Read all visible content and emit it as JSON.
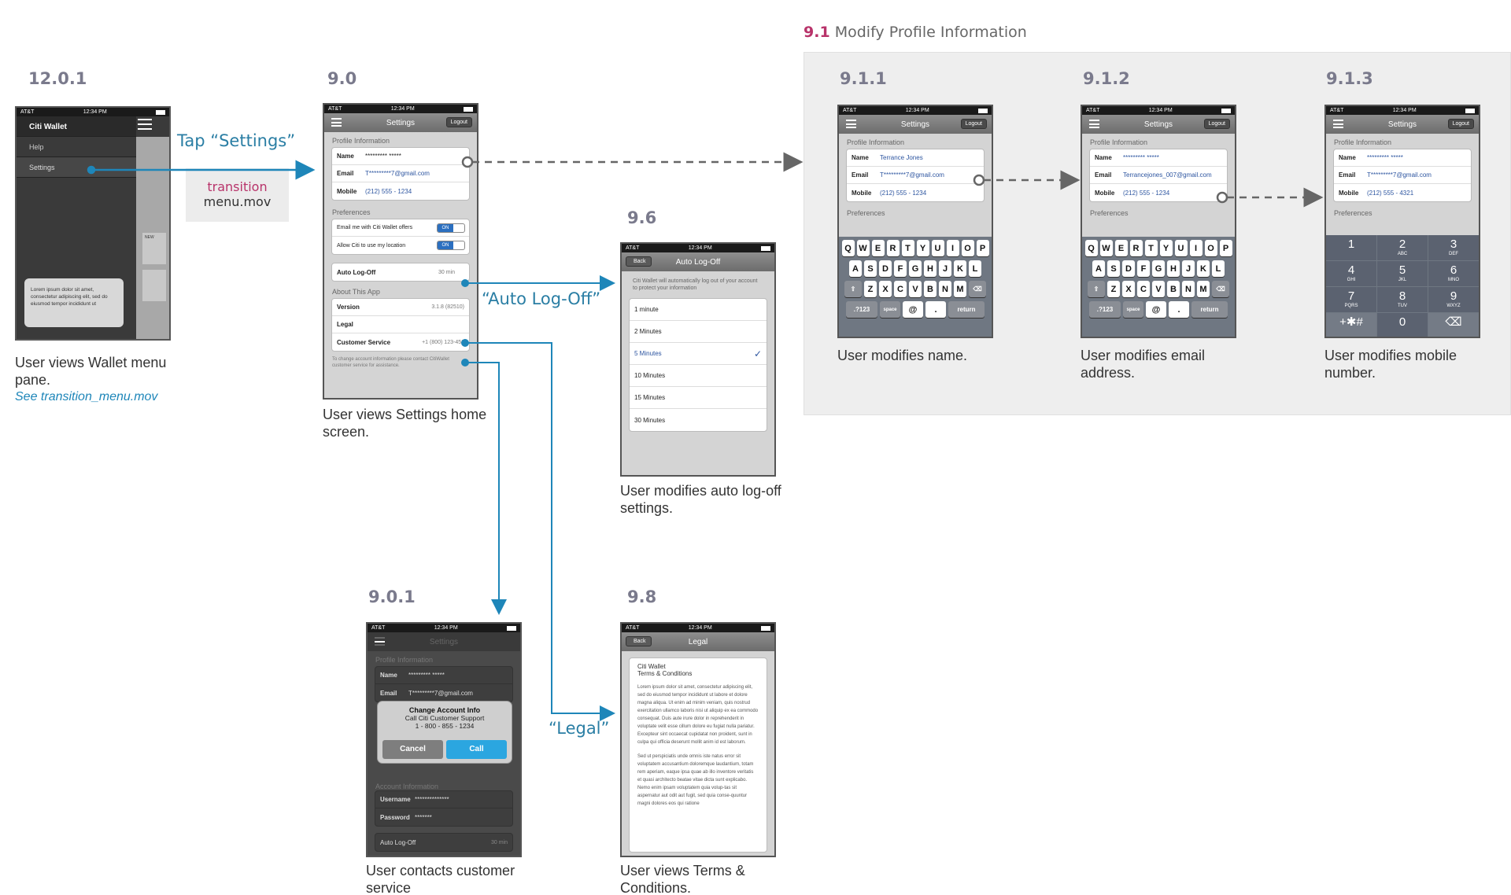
{
  "group": {
    "number": "9.1",
    "title": "Modify Profile Information"
  },
  "flow_labels": {
    "tap_settings": "Tap “Settings”",
    "auto_logoff": "“Auto Log-Off”",
    "legal": "“Legal”"
  },
  "transition_note": {
    "line1": "transition",
    "line2": "menu.mov",
    "accent": "#b8336a"
  },
  "status_bar": {
    "carrier": "AT&T",
    "time": "12:34 PM"
  },
  "screens": {
    "s1201": {
      "id": "12.0.1",
      "caption": "User views Wallet menu pane.",
      "caption_link": "See transition_menu.mov",
      "menu_title": "Citi Wallet",
      "items": [
        "Help",
        "Settings"
      ],
      "new_badge": "NEW",
      "tooltip": "Lorem ipsum dolor sit amet, consectetur adipiscing elit, sed do eiusmod tempor incididunt ut"
    },
    "s90": {
      "id": "9.0",
      "caption": "User views Settings home screen.",
      "nav_title": "Settings",
      "logout": "Logout",
      "profile_header": "Profile Information",
      "name_label": "Name",
      "name_value": "********* *****",
      "email_label": "Email",
      "email_value": "T*********7@gmail.com",
      "mobile_label": "Mobile",
      "mobile_value": "(212) 555 - 1234",
      "prefs_header": "Preferences",
      "pref1": "Email me with Citi Wallet offers",
      "pref2": "Allow Citi to use my location",
      "toggle_on": "ON",
      "autolog_label": "Auto Log-Off",
      "autolog_value": "30 min",
      "about_header": "About This App",
      "version_label": "Version",
      "version_value": "3.1.8 (82510)",
      "legal_label": "Legal",
      "cs_label": "Customer Service",
      "cs_value": "+1 (800) 123-456",
      "footnote": "To change account information please contact CitiWallet customer service for assistance."
    },
    "s96": {
      "id": "9.6",
      "caption": "User modifies auto log-off settings.",
      "back": "Back",
      "nav_title": "Auto Log-Off",
      "desc": "Citi Wallet will automatically log out of your account to protect your information",
      "options": [
        "1 minute",
        "2 Minutes",
        "5 Minutes",
        "10 Minutes",
        "15 Minutes",
        "30 Minutes"
      ],
      "check": "✓"
    },
    "s901": {
      "id": "9.0.1",
      "caption": "User contacts customer service",
      "nav_title": "Settings",
      "profile_header": "Profile Information",
      "name_label": "Name",
      "name_value": "********* *****",
      "email_label": "Email",
      "email_value": "T*********7@gmail.com",
      "dialog_title": "Change Account Info",
      "dialog_line1": "Call Citi Customer Support",
      "dialog_line2": "1 - 800 - 855 - 1234",
      "cancel": "Cancel",
      "call": "Call",
      "account_header": "Account Information",
      "username_label": "Username",
      "username_value": "**************",
      "password_label": "Password",
      "password_value": "*******",
      "autolog_label": "Auto Log-Off",
      "autolog_value": "30 min"
    },
    "s98": {
      "id": "9.8",
      "caption": "User views Terms & Conditions.",
      "back": "Back",
      "nav_title": "Legal",
      "doc_title1": "Citi Wallet",
      "doc_title2": "Terms & Conditions",
      "para1": "Lorem ipsum dolor sit amet, consectetur adipiscing elit, sed do eiusmod tempor incididunt ut labore et dolore magna aliqua. Ut enim ad minim veniam, quis nostrud exercitation ullamco laboris nisi ut aliquip ex ea commodo consequat. Duis aute irure dolor in reprehenderit in voluptate velit esse cillum dolore eu fugiat nulla pariatur. Excepteur sint occaecat cupidatat non proident, sunt in culpa qui officia deserunt mollit anim id est laborum.",
      "para2": "Sed ut perspiciatis unde omnis iste natus error sit voluptatem accusantium doloremque laudantium, totam rem aperiam, eaque ipsa quae ab illo inventore veritatis et quasi architecto beatae vitae dicta sunt explicabo. Nemo enim ipsam voluptatem quia volup-tas sit aspernatur aut odit aut fugit, sed quia conse-quuntur magni dolores eos qui ratione"
    },
    "s911": {
      "id": "9.1.1",
      "caption": "User modifies name.",
      "name_value": "Terrance Jones",
      "email_value": "T*********7@gmail.com",
      "mobile_value": "(212) 555 - 1234"
    },
    "s912": {
      "id": "9.1.2",
      "caption": "User modifies email address.",
      "name_value": "********* *****",
      "email_value": "Terrancejones_007@gmail.com",
      "mobile_value": "(212) 555 - 1234"
    },
    "s913": {
      "id": "9.1.3",
      "caption": "User modifies mobile number.",
      "name_value": "********* *****",
      "email_value": "T*********7@gmail.com",
      "mobile_value": "(212) 555 - 4321"
    }
  },
  "keyboard": {
    "row1": [
      "Q",
      "W",
      "E",
      "R",
      "T",
      "Y",
      "U",
      "I",
      "O",
      "P"
    ],
    "row2": [
      "A",
      "S",
      "D",
      "F",
      "G",
      "H",
      "J",
      "K",
      "L"
    ],
    "row3": [
      "Z",
      "X",
      "C",
      "V",
      "B",
      "N",
      "M"
    ],
    "num_key": ".?123",
    "space_key": "space",
    "at_key": "@",
    "dot_key": ".",
    "return_key": "return"
  },
  "numpad": {
    "keys": [
      {
        "n": "1",
        "l": ""
      },
      {
        "n": "2",
        "l": "ABC"
      },
      {
        "n": "3",
        "l": "DEF"
      },
      {
        "n": "4",
        "l": "GHI"
      },
      {
        "n": "5",
        "l": "JKL"
      },
      {
        "n": "6",
        "l": "MNO"
      },
      {
        "n": "7",
        "l": "PQRS"
      },
      {
        "n": "8",
        "l": "TUV"
      },
      {
        "n": "9",
        "l": "WXYZ"
      },
      {
        "n": "+✱#",
        "l": ""
      },
      {
        "n": "0",
        "l": ""
      },
      {
        "n": "⌫",
        "l": ""
      }
    ]
  },
  "colors": {
    "flow": "#1e86b9",
    "dashed": "#666666",
    "group_bg": "#eeeeee",
    "id": "#7a7a8c"
  }
}
